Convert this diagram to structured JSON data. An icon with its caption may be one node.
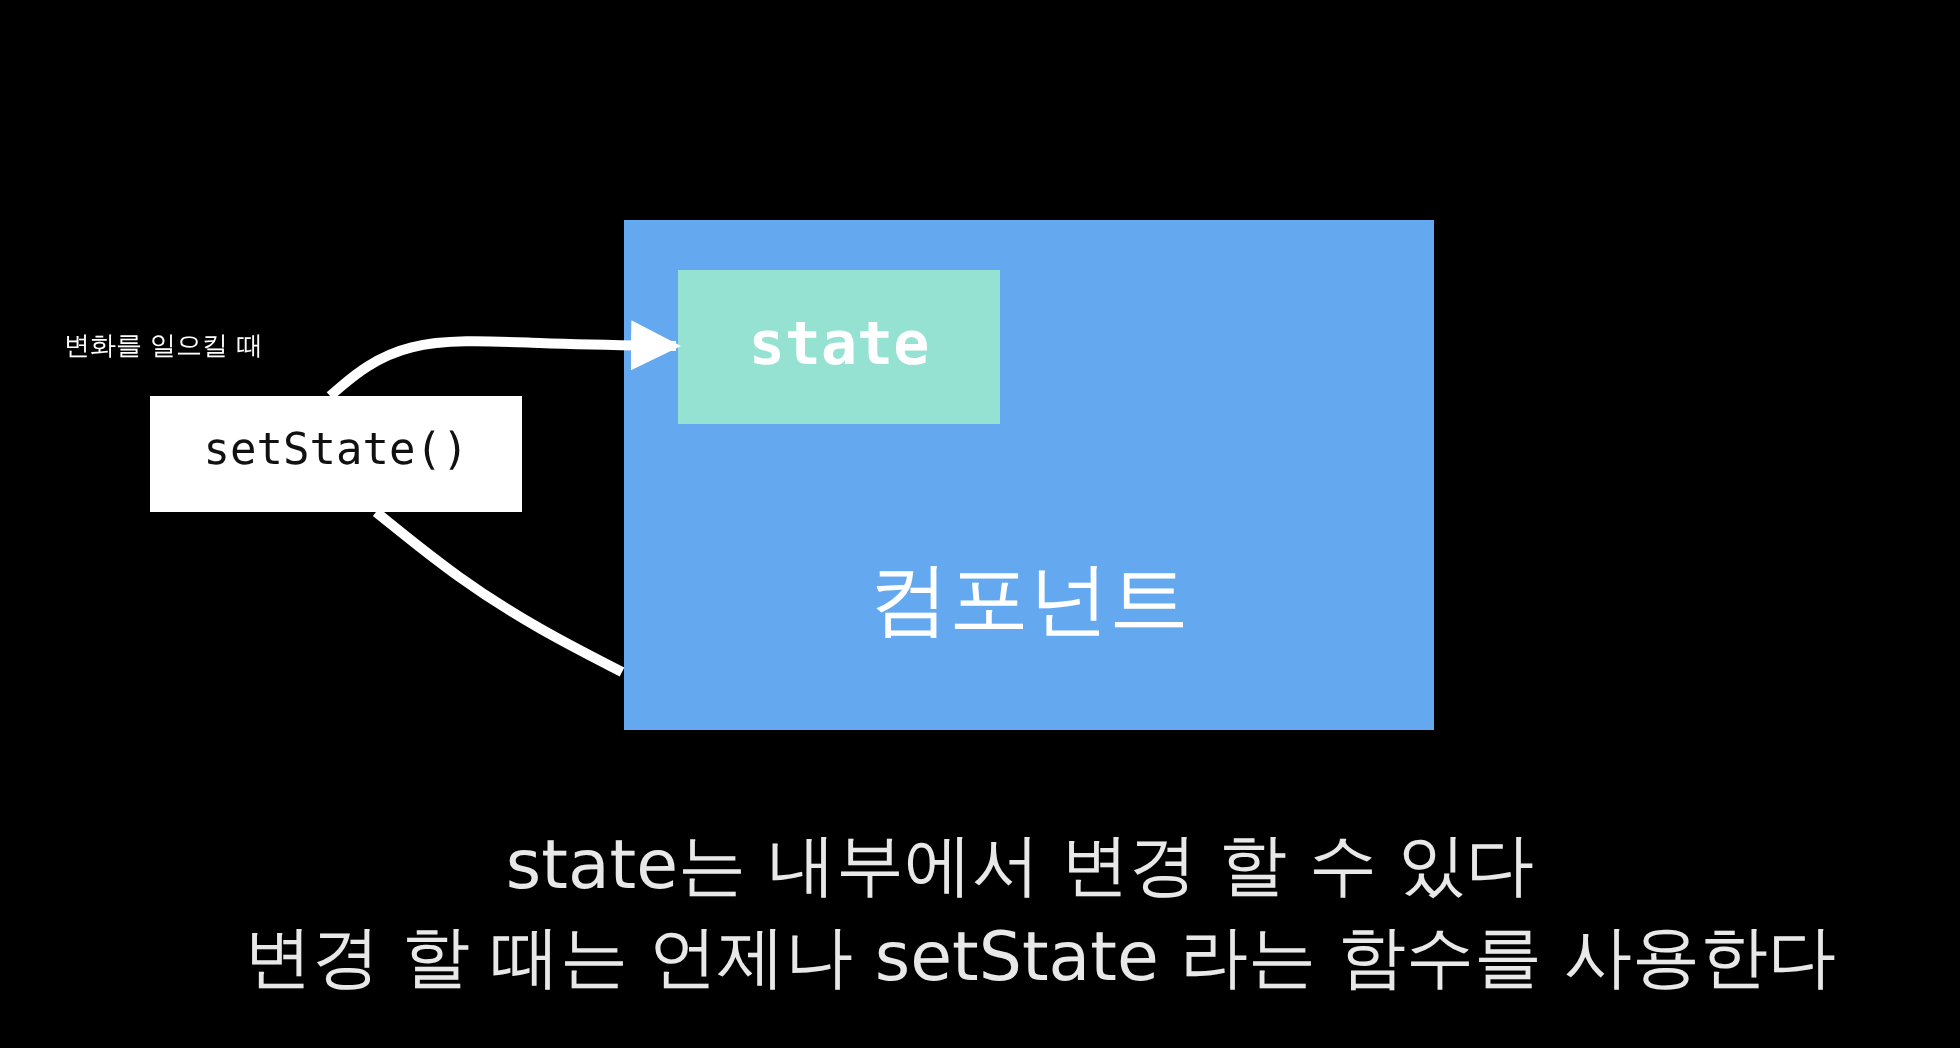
{
  "diagram": {
    "nodes": [
      {
        "text": [
          "컴포넌트"
        ]
      },
      {
        "text": [
          "state"
        ],
        "in": 0
      },
      {
        "text": [
          "setState()"
        ],
        "beside": [
          "변화를 일으킬 때"
        ]
      }
    ],
    "edges": [
      {
        "from": 2,
        "to": 1,
        "arrow": "to"
      },
      {
        "from": 2,
        "to": 0,
        "arrow": "none"
      }
    ],
    "labels": [
      "state는 내부에서 변경 할 수 있다",
      "변경 할 때는 언제나 setState 라는 함수를 사용한다"
    ]
  }
}
